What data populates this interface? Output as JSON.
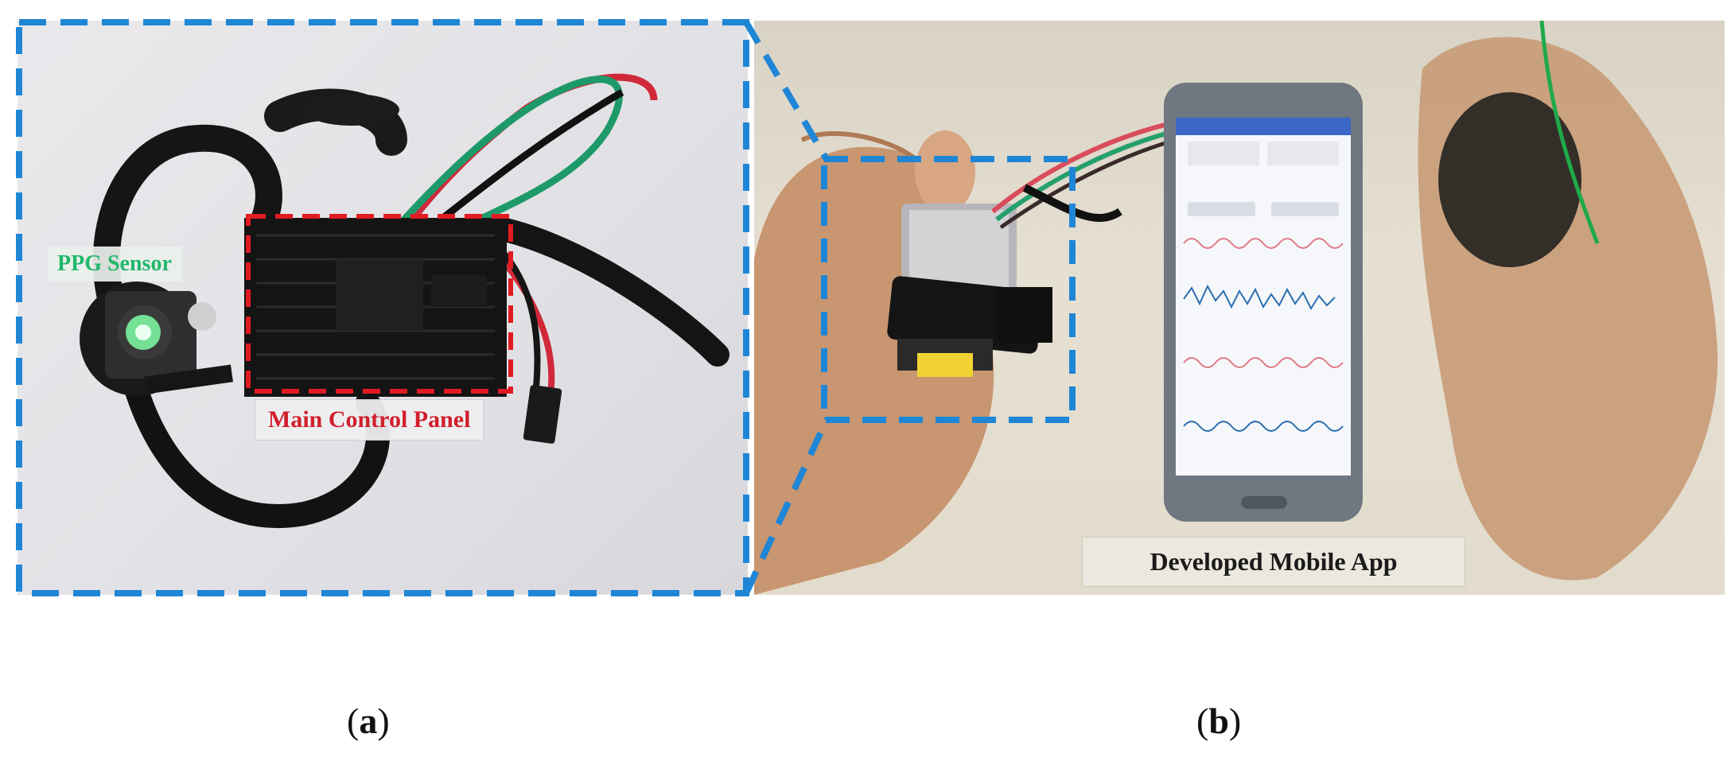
{
  "panel_a": {
    "ppg_label": "PPG Sensor",
    "main_control_label": "Main Control Panel"
  },
  "panel_b": {
    "app_label": "Developed Mobile App"
  },
  "captions": {
    "a_open": "(",
    "a_letter": "a",
    "a_close": ")",
    "b_open": "(",
    "b_letter": "b",
    "b_close": ")"
  },
  "colors": {
    "frame_blue": "#1f86d6",
    "main_panel_red": "#e11b22",
    "ppg_green": "#1fb86a",
    "waveform_pink": "#e07a86",
    "waveform_blue": "#2a6fb0"
  }
}
